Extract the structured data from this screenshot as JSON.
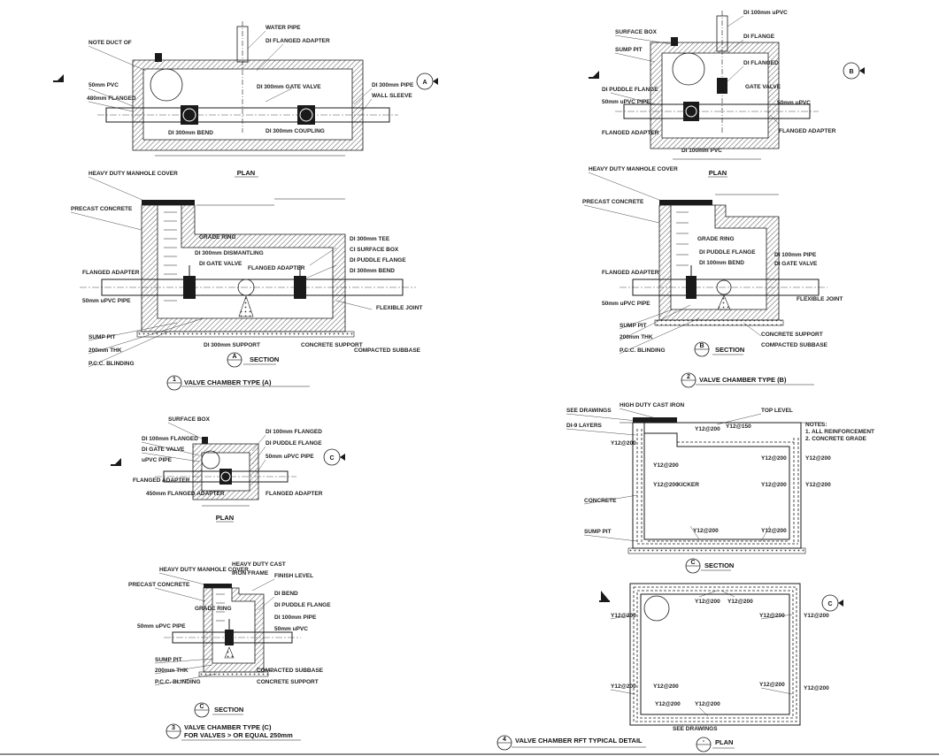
{
  "sheet_title": "VALVE CHAMBER DETAILS",
  "detail_a": {
    "plan_title": "PLAN",
    "section_mark": "A",
    "section_title": "SECTION",
    "detail_no": "1",
    "detail_title": "VALVE CHAMBER TYPE (A)"
  },
  "detail_b": {
    "plan_title": "PLAN",
    "section_mark": "B",
    "section_title": "SECTION",
    "detail_no": "2",
    "detail_title": "VALVE CHAMBER TYPE (B)"
  },
  "detail_c": {
    "plan_title": "PLAN",
    "section_mark": "C",
    "section_title": "SECTION",
    "detail_no": "3",
    "detail_title": "VALVE CHAMBER TYPE (C)",
    "detail_subtitle": "FOR VALVES > OR EQUAL 250mm"
  },
  "detail_d": {
    "section_mark": "C",
    "section_title": "SECTION",
    "plan_mark": "-",
    "plan_title": "PLAN",
    "detail_no": "4",
    "detail_title": "VALVE CHAMBER RFT TYPICAL DETAIL"
  },
  "colors": {
    "line": "#1a1a1a",
    "hatch": "#555555",
    "paper": "#ffffff"
  }
}
